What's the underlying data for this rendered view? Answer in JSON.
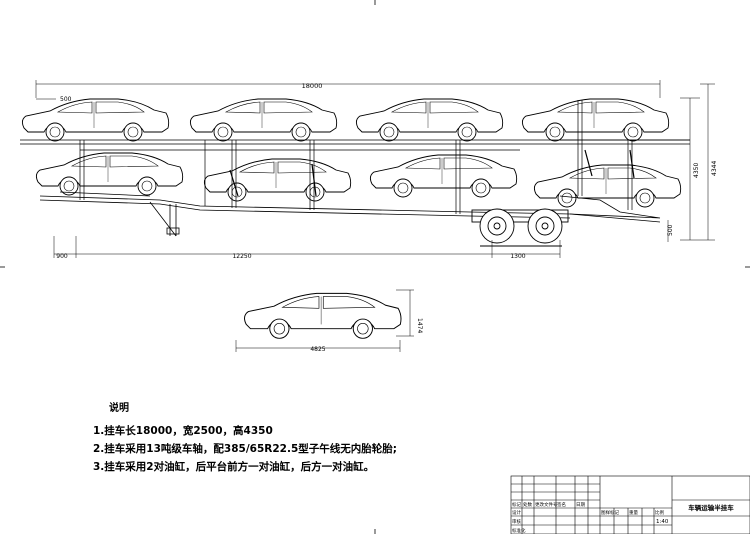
{
  "drawing": {
    "dimensions": {
      "overall_length": "18000",
      "front_overhang": "500",
      "kingpin_offset": "900",
      "wheelbase": "12250",
      "axle_spread": "1300",
      "ramp_height": "500",
      "deck_height": "4350",
      "total_height": "4344"
    },
    "sample_car": {
      "length": "4825",
      "height": "1474"
    }
  },
  "notes": {
    "title": "说明",
    "items": [
      "1.挂车长18000，宽2500，高4350",
      "2.挂车采用13吨级车轴，配385/65R22.5型子午线无内胎轮胎;",
      "3.挂车采用2对油缸，后平台前方一对油缸，后方一对油缸。"
    ]
  },
  "title_block": {
    "drawing_name": "车辆运输半挂车",
    "scale": "1:40",
    "cells": [
      "设计",
      "审核",
      "标准化",
      "日期",
      "图样标记",
      "重量",
      "比例",
      "标记",
      "处数",
      "更改文件号",
      "签名"
    ]
  }
}
